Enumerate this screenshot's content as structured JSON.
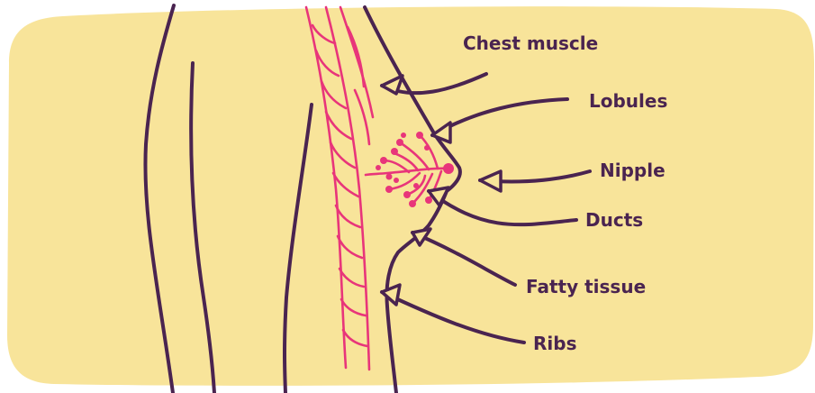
{
  "colors": {
    "background": "#f8e49a",
    "outline": "#4a2450",
    "tissue": "#e8357a",
    "label_text": "#4a2450"
  },
  "labels": {
    "chest_muscle": "Chest muscle",
    "lobules": "Lobules",
    "nipple": "Nipple",
    "ducts": "Ducts",
    "fatty_tissue": "Fatty tissue",
    "ribs": "Ribs"
  }
}
